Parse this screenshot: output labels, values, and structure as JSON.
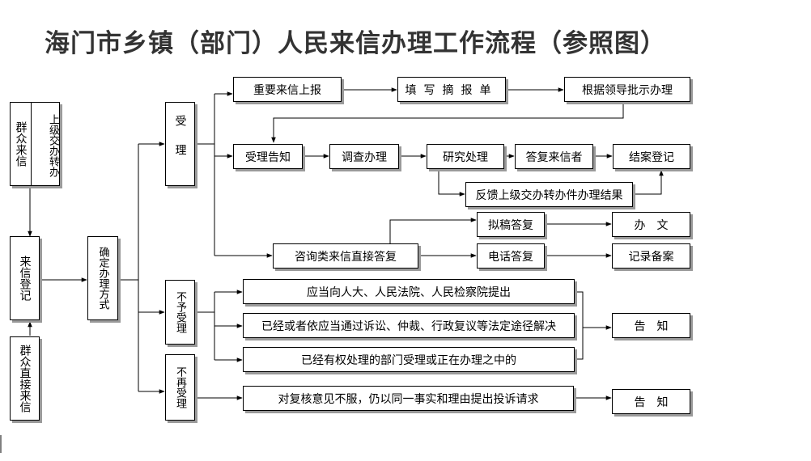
{
  "title": "海门市乡镇（部门）人民来信办理工作流程（参照图）",
  "boxes": {
    "source_top_left": "群众来信",
    "source_top_right": "上级交办转办",
    "register": "来信登记",
    "source_bottom": "群众直接来信",
    "determine": "确定办理方式",
    "accept": "受理",
    "not_accept": "不予受理",
    "no_more_accept": "不再受理",
    "important": "重要来信上报",
    "fill_report": "填写摘报单",
    "by_leader": "根据领导批示办理",
    "notify_accept": "受理告知",
    "investigate": "调查办理",
    "study": "研究处理",
    "reply_writer": "答复来信者",
    "close_register": "结案登记",
    "feedback_superior": "反馈上级交办转办件办理结果",
    "inquiry": "咨询类来信直接答复",
    "draft_reply": "拟稿答复",
    "document": "办　文",
    "phone_reply": "电话答复",
    "record_file": "记录备案",
    "reason_1": "应当向人大、人民法院、人民检察院提出",
    "reason_2": "已经或者依应当通过诉讼、仲裁、行政复议等法定途径解决",
    "reason_3": "已经有权处理的部门受理或正在办理之中的",
    "notify_1": "告　知",
    "reason_review": "对复核意见不服，仍以同一事实和理由提出投诉请求",
    "notify_2": "告　知"
  }
}
